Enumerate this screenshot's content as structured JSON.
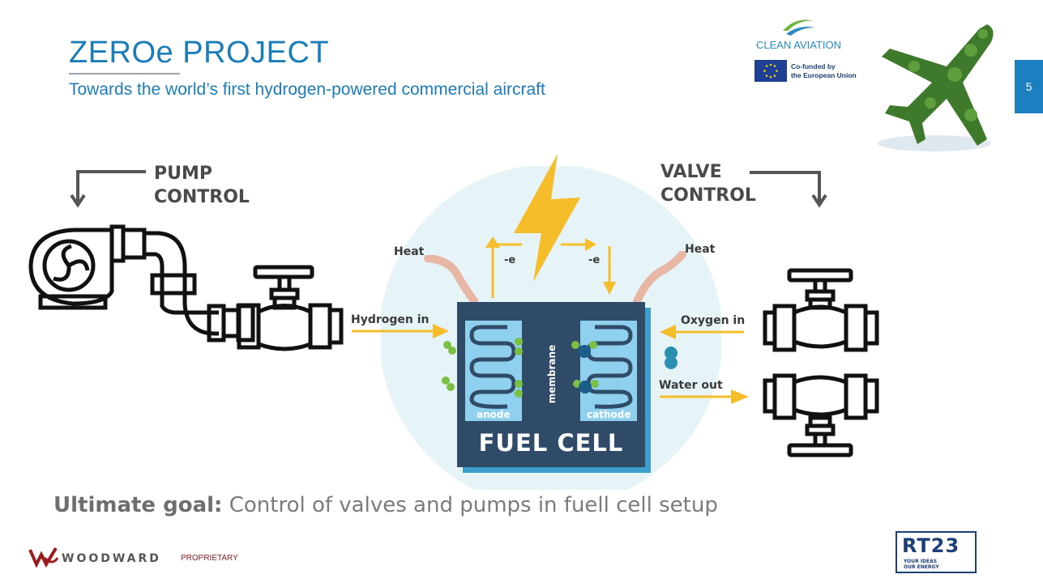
{
  "slide": {
    "title": "ZEROe PROJECT",
    "subtitle": "Towards the world’s first hydrogen-powered commercial aircraft",
    "page_number": "5"
  },
  "logos": {
    "clean_aviation": "CLEAN AVIATION",
    "eu_line1": "Co-funded by",
    "eu_line2": "the European Union",
    "woodward": "WOODWARD",
    "proprietary": "PROPRIETARY",
    "rt23": "RT23",
    "rt23_tagline1": "YOUR IDEAS",
    "rt23_tagline2": "OUR ENERGY"
  },
  "diagram": {
    "pump_control_line1": "PUMP",
    "pump_control_line2": "CONTROL",
    "valve_control_line1": "VALVE",
    "valve_control_line2": "CONTROL",
    "heat_left": "Heat",
    "heat_right": "Heat",
    "electron_left": "-e",
    "electron_right": "-e",
    "hydrogen_in": "Hydrogen in",
    "oxygen_in": "Oxygen in",
    "water_out": "Water out",
    "membrane": "membrane",
    "anode": "anode",
    "cathode": "cathode",
    "fuel_cell": "FUEL CELL"
  },
  "goal": {
    "label": "Ultimate goal:",
    "text": " Control of valves and pumps in fuell cell setup"
  },
  "colors": {
    "accent": "#1a7db8",
    "fuel_cell_dark": "#2f4b68",
    "arrow_yellow": "#f6bd2b",
    "circle_bg": "#e6f4f8"
  }
}
